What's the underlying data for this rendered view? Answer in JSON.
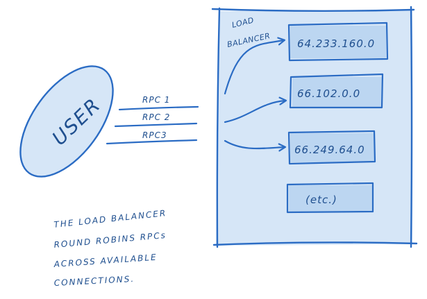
{
  "colors": {
    "ink": "#2b6cc4",
    "text": "#1f4f8f",
    "fill": "#d6e6f7",
    "background": "#ffffff"
  },
  "user": {
    "label": "USER"
  },
  "rpcs": [
    {
      "label": "RPC 1"
    },
    {
      "label": "RPC 2"
    },
    {
      "label": "RPC3"
    }
  ],
  "load_balancer": {
    "label_line1": "LOAD",
    "label_line2": "BALANCER",
    "connections": [
      {
        "label": "64.233.160.0"
      },
      {
        "label": "66.102.0.0"
      },
      {
        "label": "66.249.64.0"
      },
      {
        "label": "(etc.)"
      }
    ]
  },
  "note": {
    "lines": [
      "THE LOAD BALANCER",
      "ROUND ROBINS RPCs",
      "ACROSS AVAILABLE",
      "CONNECTIONS."
    ]
  }
}
